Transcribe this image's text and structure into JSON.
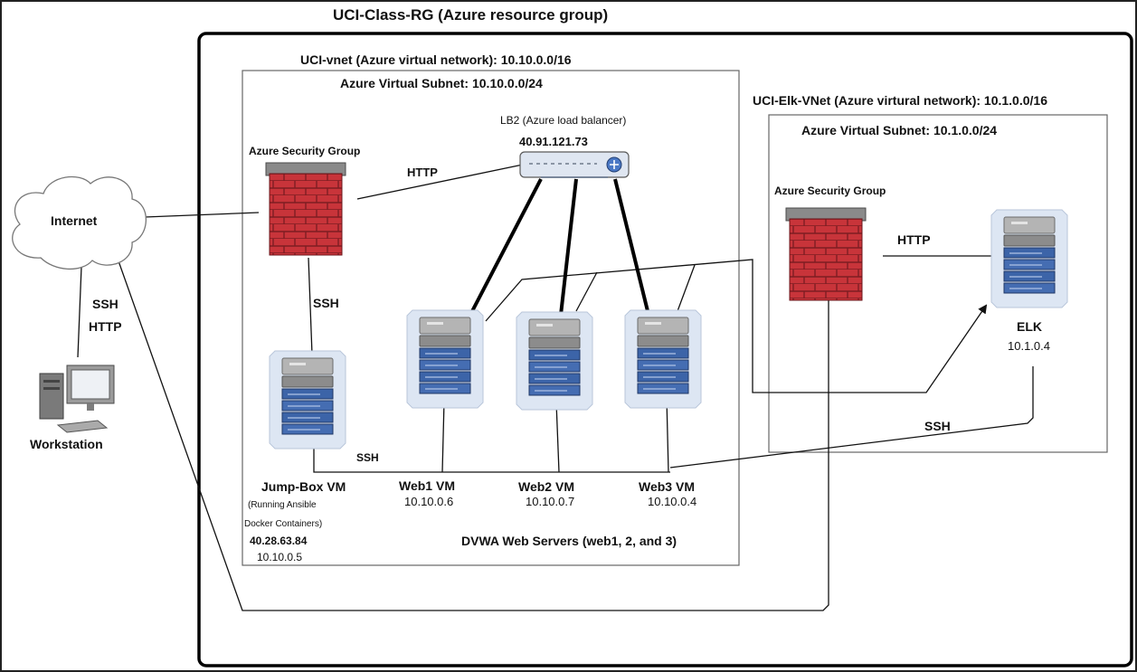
{
  "resource_group": {
    "title": "UCI-Class-RG (Azure resource group)"
  },
  "vnet": {
    "title": "UCI-vnet (Azure virtual network): 10.10.0.0/16",
    "subnet_title": "Azure Virtual Subnet: 10.10.0.0/24"
  },
  "elk_vnet": {
    "title": "UCI-Elk-VNet (Azure virtural network): 10.1.0.0/16",
    "subnet_title": "Azure Virtual Subnet: 10.1.0.0/24"
  },
  "internet": {
    "label": "Internet"
  },
  "workstation": {
    "label": "Workstation"
  },
  "workstation_link": {
    "ssh": "SSH",
    "http": "HTTP"
  },
  "security_group": {
    "label": "Azure Security Group"
  },
  "elk_security_group": {
    "label": "Azure Security Group"
  },
  "load_balancer": {
    "label": "LB2 (Azure load balancer)",
    "ip": "40.91.121.73"
  },
  "edges": {
    "http_internet": "HTTP",
    "ssh_sg_jumpbox": "SSH",
    "ssh_jumpbox_web": "SSH",
    "http_elk": "HTTP",
    "ssh_elk": "SSH"
  },
  "jumpbox": {
    "name": "Jump-Box VM",
    "note1": "(Running Ansible",
    "note2": "Docker Containers)",
    "public_ip": "40.28.63.84",
    "private_ip": "10.10.0.5"
  },
  "web1": {
    "name": "Web1 VM",
    "ip": "10.10.0.6"
  },
  "web2": {
    "name": "Web2 VM",
    "ip": "10.10.0.7"
  },
  "web3": {
    "name": "Web3 VM",
    "ip": "10.10.0.4"
  },
  "dvwa": {
    "label": "DVWA Web Servers (web1, 2, and 3)"
  },
  "elk": {
    "name": "ELK",
    "ip": "10.1.0.4"
  },
  "colors": {
    "firewall_red": "#c8343a",
    "server_blue": "#3c64a8",
    "server_gray": "#9a9a9a",
    "line": "#111111"
  }
}
